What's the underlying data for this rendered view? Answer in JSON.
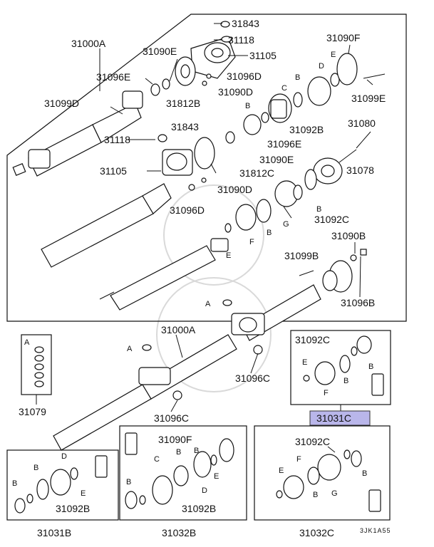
{
  "diagram": {
    "labels": {
      "assy_upper": "31000A",
      "assy_lower": "31000A",
      "p31843_a": "31843",
      "p31118_a": "31118",
      "p31105_a": "31105",
      "p31096d_a": "31096D",
      "p31090d_a": "31090D",
      "p31090e_a": "31090E",
      "p31096e_a": "31096E",
      "p31099d": "31099D",
      "p31812b": "31812B",
      "p31090f_a": "31090F",
      "p31099e": "31099E",
      "p31092b_a": "31092B",
      "p31843_b": "31843",
      "p31118_b": "31118",
      "p31096e_b": "31096E",
      "p31090e_b": "31090E",
      "p31105_b": "31105",
      "p31812c": "31812C",
      "p31080": "31080",
      "p31078": "31078",
      "p31090d_b": "31090D",
      "p31096d_b": "31096D",
      "p31092c_a": "31092C",
      "p31090b": "31090B",
      "p31099b": "31099B",
      "p31096b": "31096B",
      "p31079": "31079",
      "p31096c_a": "31096C",
      "p31096c_b": "31096C",
      "p31092c_b": "31092C",
      "p31031c": "31031C",
      "p31090f_b": "31090F",
      "p31092c_c": "31092C",
      "p31092b_b": "31092B",
      "p31092b_c": "31092B",
      "p31031b": "31031B",
      "p31032b": "31032B",
      "p31032c": "31032C",
      "code": "3JK1A55"
    },
    "letters": {
      "A": "A",
      "B": "B",
      "C": "C",
      "D": "D",
      "E": "E",
      "F": "F",
      "G": "G"
    },
    "highlight_color": "#b9b6ea"
  }
}
